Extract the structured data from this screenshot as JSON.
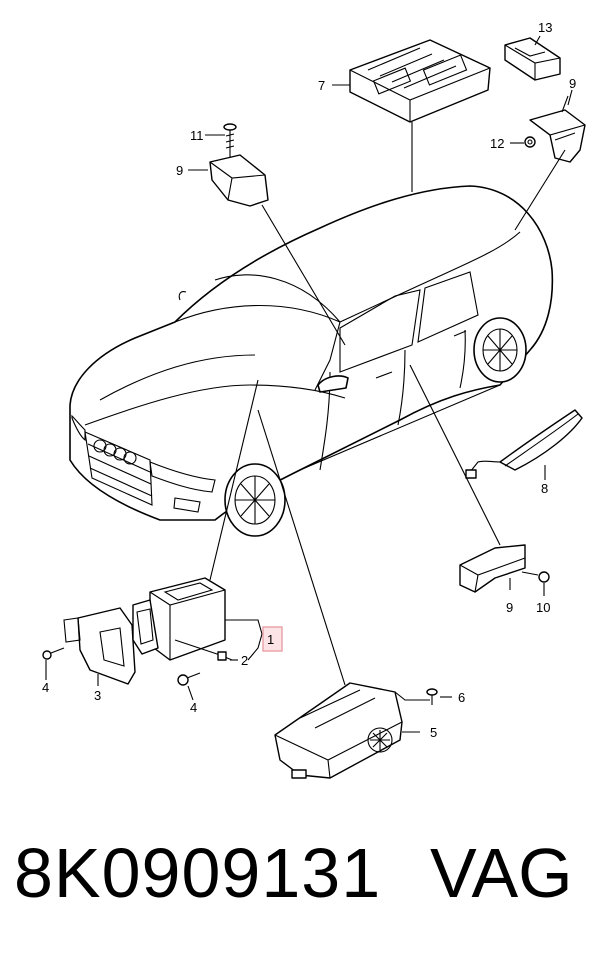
{
  "callouts": {
    "c1": "1",
    "c2": "2",
    "c3": "3",
    "c4a": "4",
    "c4b": "4",
    "c5": "5",
    "c6": "6",
    "c7": "7",
    "c8": "8",
    "c9a": "9",
    "c9b": "9",
    "c9c": "9",
    "c10": "10",
    "c11": "11",
    "c12": "12",
    "c13": "13"
  },
  "footer": {
    "part_number": "8K0909131",
    "brand": "VAG"
  },
  "colors": {
    "highlight_box": "#e8a0a8",
    "highlight_fill": "#fbe3e6"
  }
}
